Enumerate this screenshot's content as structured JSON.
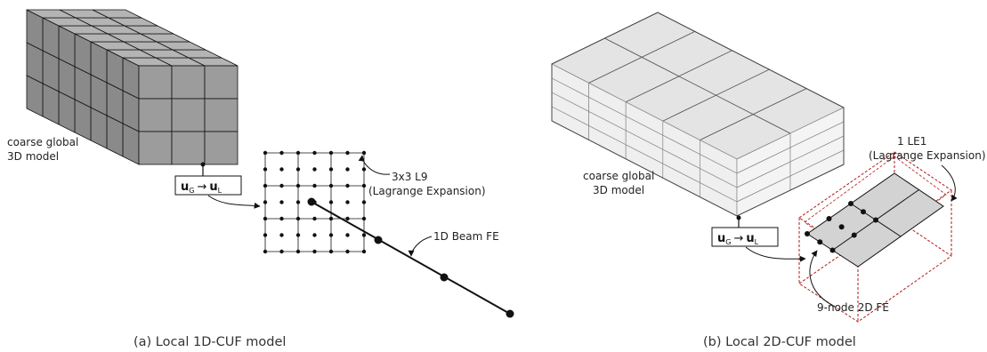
{
  "panel_a": {
    "model_label_1": "coarse global",
    "model_label_2": "3D model",
    "expansion_label_1": "3x3 L9",
    "expansion_label_2": "(Lagrange Expansion)",
    "beam_label": "1D Beam FE",
    "map": {
      "u": "u",
      "from": "G",
      "arrow": "→",
      "to": "L"
    },
    "caption": "(a) Local 1D-CUF model"
  },
  "panel_b": {
    "model_label_1": "coarse global",
    "model_label_2": "3D model",
    "expansion_label_1": "1 LE1",
    "expansion_label_2": "(Lagrange Expansion)",
    "element_label": "9-node 2D FE",
    "map": {
      "u": "u",
      "from": "G",
      "arrow": "→",
      "to": "L"
    },
    "caption": "(b) Local 2D-CUF model"
  },
  "colors": {
    "cube_front": "#9c9c9c",
    "cube_top": "#b4b4b4",
    "cube_side": "#8a8a8a",
    "slab_face": "#efefef",
    "plate_face": "#d3d3d3",
    "envelope": "#b01818",
    "ink": "#111111"
  }
}
